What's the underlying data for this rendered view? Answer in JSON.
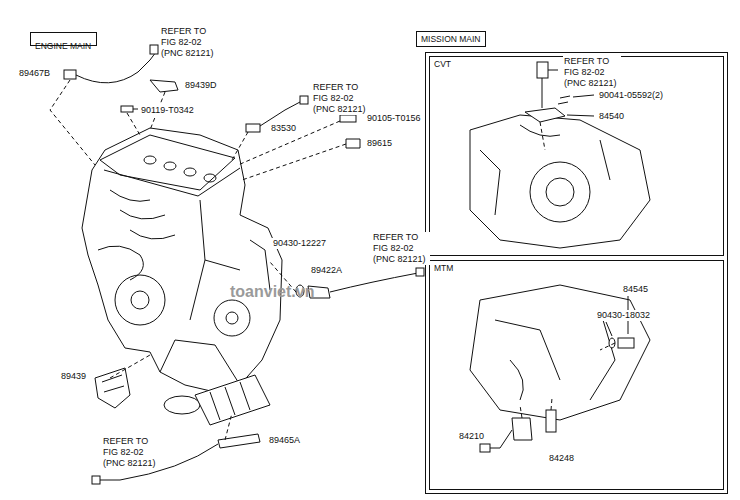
{
  "diagram": {
    "nodes": [
      {
        "text": [
          "ENGINE MAIN"
        ]
      },
      {
        "text": [
          "MISSION MAIN"
        ]
      },
      {
        "text": [
          "CVT"
        ],
        "in": 1
      },
      {
        "text": [
          "MTM"
        ],
        "in": 1
      }
    ],
    "labels": [
      "REFER TO FIG 82-02 (PNC 82121)",
      "89467B",
      "89439D",
      "90119-T0342",
      "REFER TO FIG 82-02 (PNC 82121)",
      "83530",
      "90105-T0156",
      "89615",
      "REFER TO FIG 82-02 (PNC 82121)",
      "90430-12227",
      "89422A",
      "89439",
      "89465A",
      "REFER TO FIG 82-02 (PNC 82121)",
      "REFER TO FIG 82-02 (PNC 82121)",
      "90041-05592(2)",
      "84540",
      "84545",
      "90430-18032",
      "84210",
      "84248",
      "toanviet.vn"
    ]
  }
}
